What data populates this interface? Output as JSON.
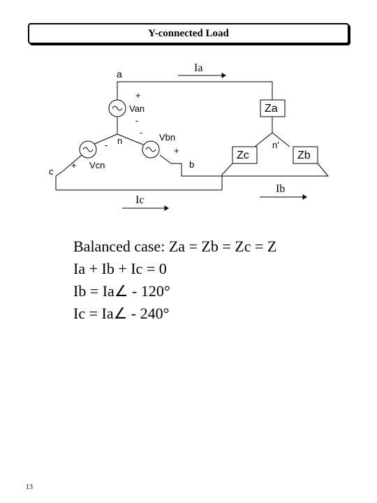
{
  "slide": {
    "title": "Y-connected Load",
    "page_number": "13"
  },
  "diagram": {
    "labels": {
      "a": "a",
      "b": "b",
      "c": "c",
      "n": "n",
      "n_prime": "n'",
      "van": "Van",
      "vbn": "Vbn",
      "vcn": "Vcn",
      "za": "Za",
      "zb": "Zb",
      "zc": "Zc",
      "ia": "Ia",
      "ib": "Ib",
      "ic": "Ic",
      "plus": "+",
      "minus": "-"
    }
  },
  "equations": {
    "line1": "Balanced case:  Za = Zb = Zc = Z",
    "line2": "Ia + Ib + Ic = 0",
    "line3": "Ib = Ia∠ - 120°",
    "line4": "Ic = Ia∠ - 240°"
  }
}
